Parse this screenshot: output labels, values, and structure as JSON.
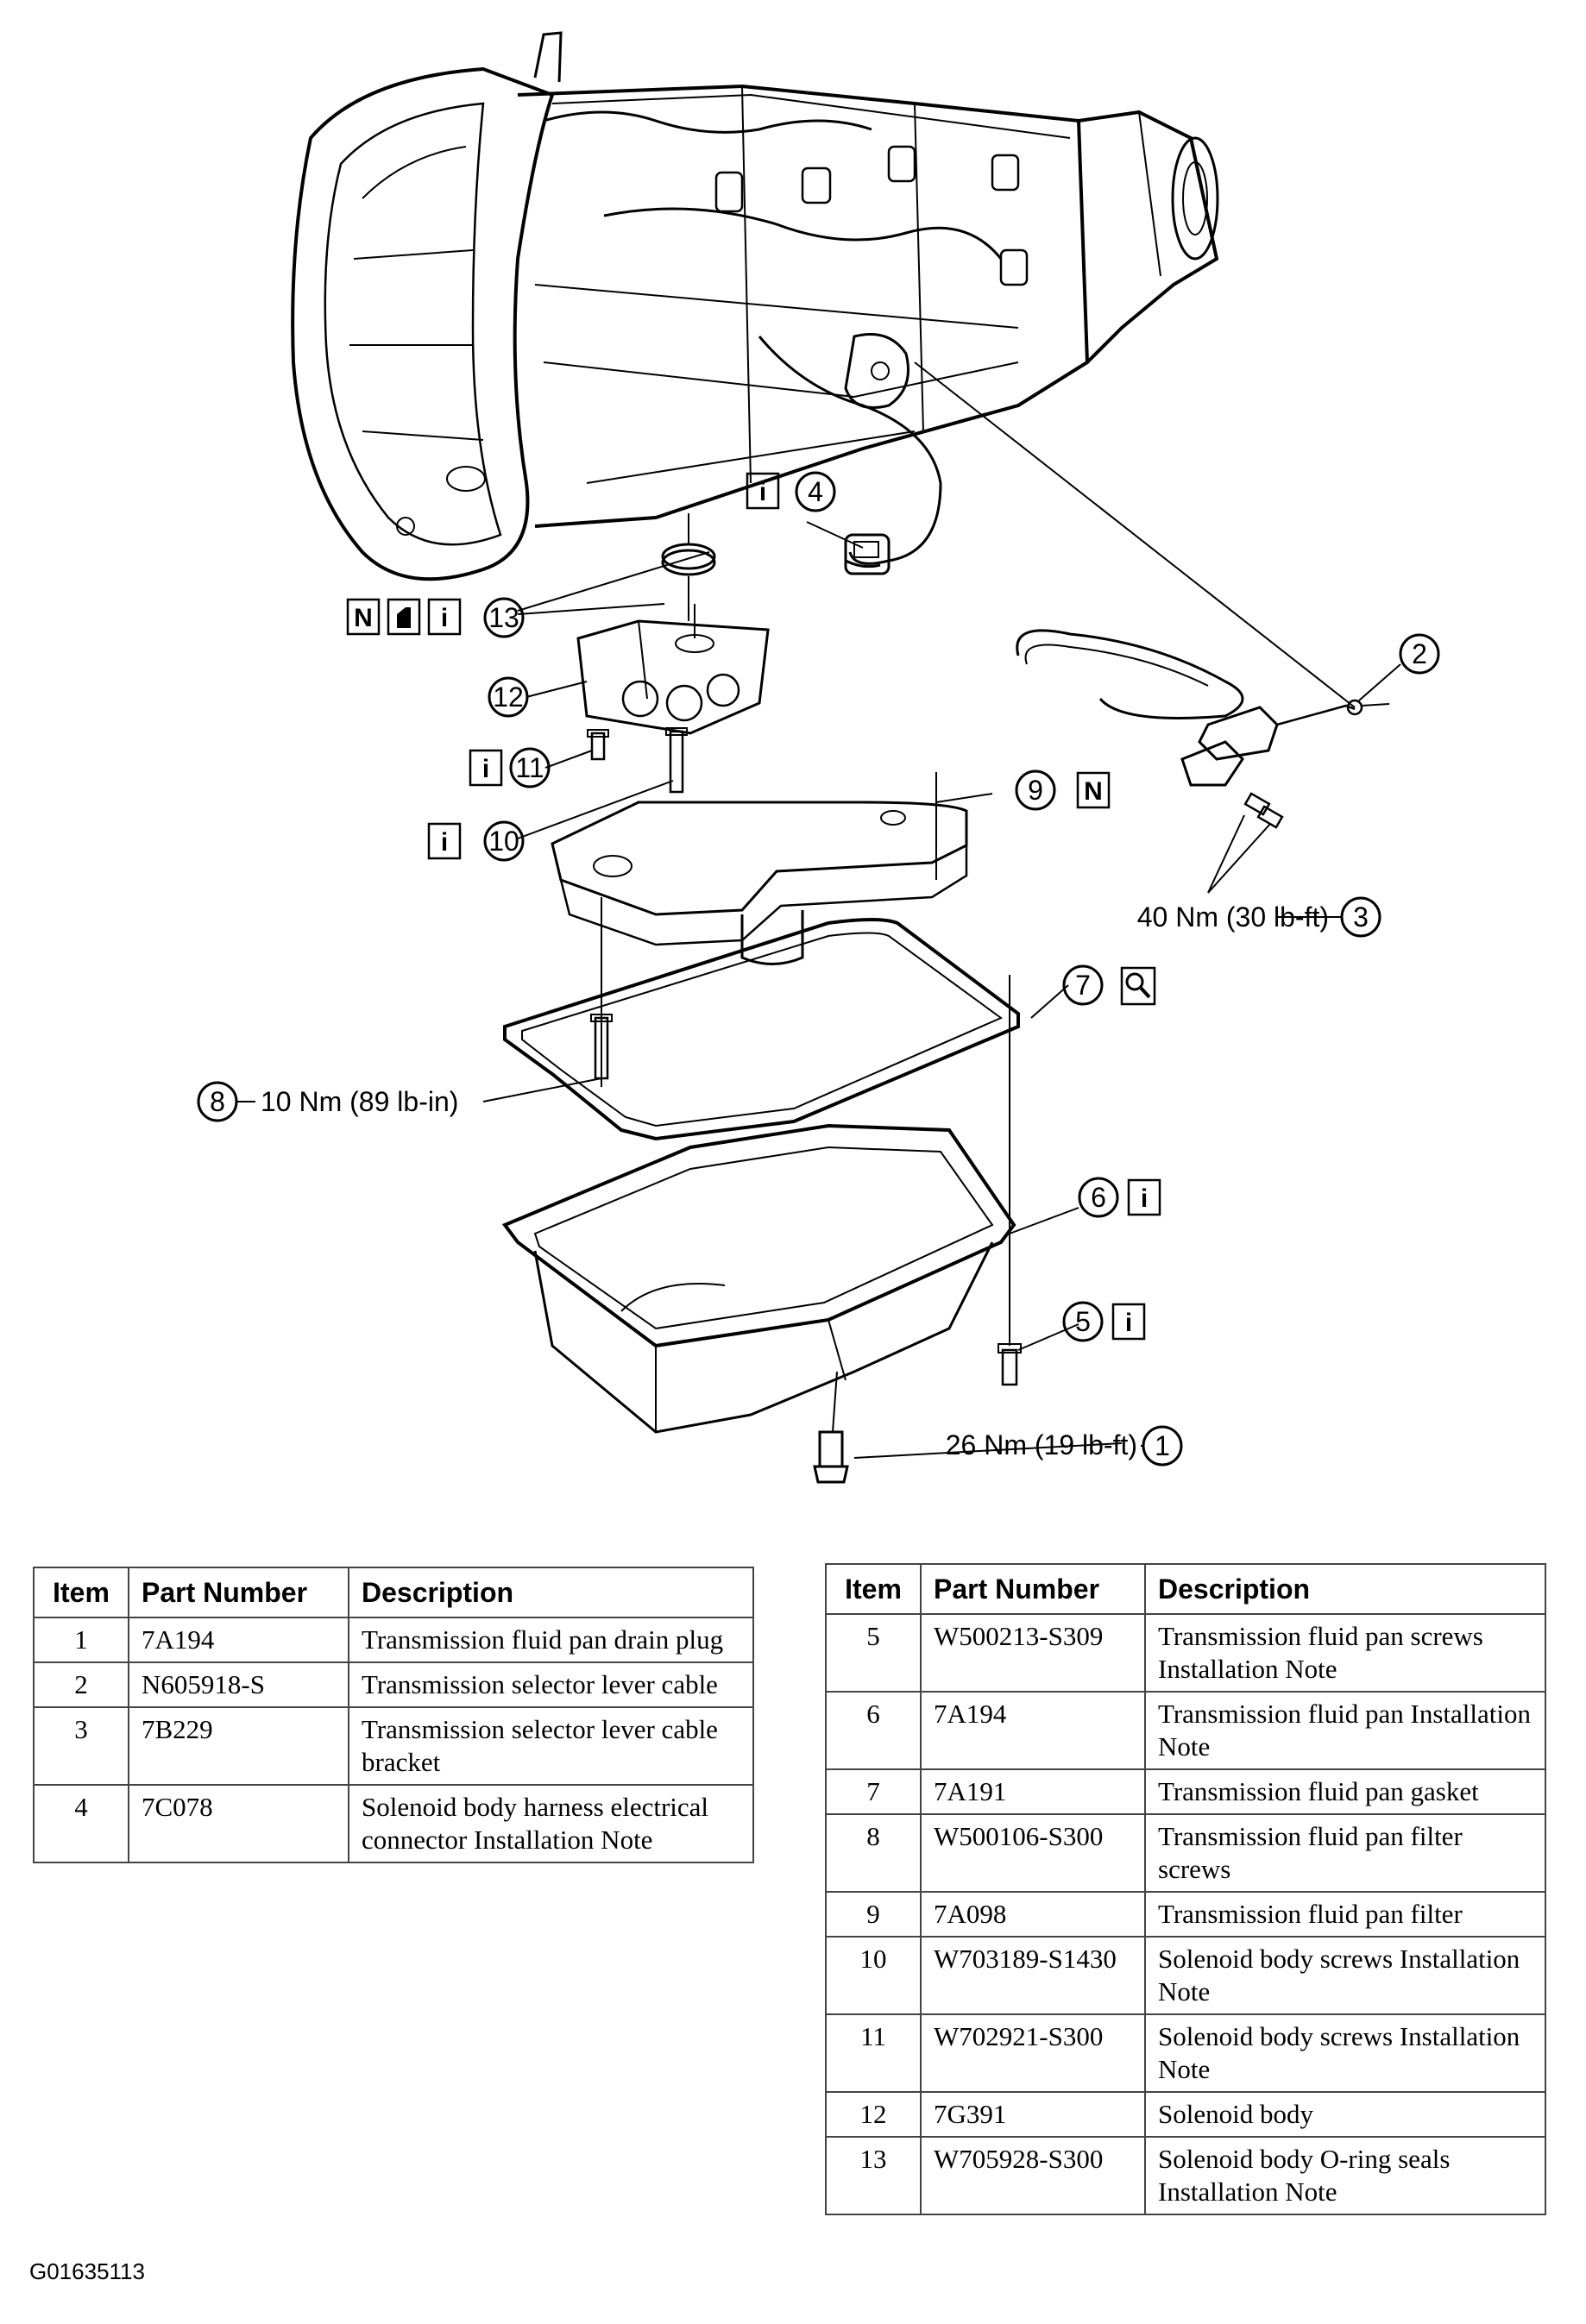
{
  "callouts": {
    "c1": "1",
    "c2": "2",
    "c3": "3",
    "c4": "4",
    "c5": "5",
    "c6": "6",
    "c7": "7",
    "c8": "8",
    "c9": "9",
    "c10": "10",
    "c11": "11",
    "c12": "12",
    "c13": "13"
  },
  "torque": {
    "t1": "26 Nm (19 lb-ft)",
    "t3": "40 Nm (30 lb-ft)",
    "t8": "10 Nm (89 lb-in)"
  },
  "icon_letters": {
    "info": "i",
    "new": "N"
  },
  "icons": [
    "info-icon",
    "new-part-icon",
    "lubricate-icon",
    "inspect-magnifier-icon"
  ],
  "table": {
    "headers": {
      "item": "Item",
      "part_number": "Part Number",
      "description": "Description"
    },
    "left": [
      {
        "item": "1",
        "part": "7A194",
        "desc": "Transmission fluid pan drain plug"
      },
      {
        "item": "2",
        "part": "N605918-S",
        "desc": "Transmission selector lever cable"
      },
      {
        "item": "3",
        "part": "7B229",
        "desc": "Transmission selector lever cable bracket"
      },
      {
        "item": "4",
        "part": "7C078",
        "desc": "Solenoid body harness electrical connector Installation Note"
      }
    ],
    "right": [
      {
        "item": "5",
        "part": "W500213-S309",
        "desc": "Transmission fluid pan screws Installation Note"
      },
      {
        "item": "6",
        "part": "7A194",
        "desc": "Transmission fluid pan Installation Note"
      },
      {
        "item": "7",
        "part": "7A191",
        "desc": "Transmission fluid pan gasket"
      },
      {
        "item": "8",
        "part": "W500106-S300",
        "desc": "Transmission fluid pan filter screws"
      },
      {
        "item": "9",
        "part": "7A098",
        "desc": "Transmission fluid pan filter"
      },
      {
        "item": "10",
        "part": "W703189-S1430",
        "desc": "Solenoid body screws Installation Note"
      },
      {
        "item": "11",
        "part": "W702921-S300",
        "desc": "Solenoid body screws Installation Note"
      },
      {
        "item": "12",
        "part": "7G391",
        "desc": "Solenoid body"
      },
      {
        "item": "13",
        "part": "W705928-S300",
        "desc": "Solenoid body O-ring seals Installation Note"
      }
    ]
  },
  "figure_id": "G01635113"
}
